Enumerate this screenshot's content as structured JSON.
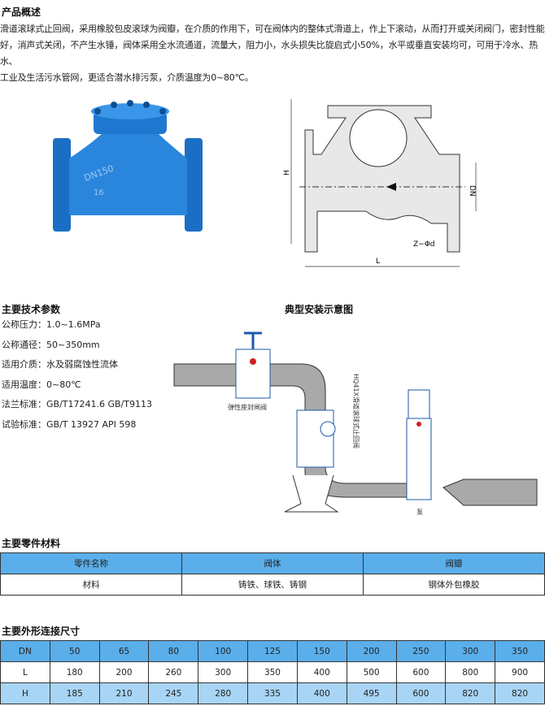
{
  "overview": {
    "title": "产品概述",
    "lines": [
      "滑道滚球式止回阀，采用橡胶包皮滚球为阀瓣，在介质的作用下，可在阀体内的整体式滑道上，作上下滚动，从而打开或关闭阀门，密封性能",
      "好，消声式关闭，不产生水锤，阀体采用全水流通道，流量大，阻力小，水头损失比旋启式小50%，水平或垂直安装均可，可用于冷水、热水、",
      "工业及生活污水管网，更适合潜水排污泵，介质温度为0~80℃。"
    ]
  },
  "photo": {
    "marking1": "DN150",
    "marking2": "16"
  },
  "drawing": {
    "h": "H",
    "dn": "DN",
    "l": "L",
    "bolt": "Z−Φd"
  },
  "specs": {
    "title": "主要技术参数",
    "items": [
      "公称压力：1.0~1.6MPa",
      "公称通径：50~350mm",
      "适用介质：水及弱腐蚀性流体",
      "适用温度：0~80℃",
      "法兰标准：GB/T17241.6  GB/T9113",
      "试验标准：GB/T 13927  API 598"
    ]
  },
  "install": {
    "title": "典型安装示意图",
    "gate_valve": "弹性座封闸阀",
    "check_valve": "HQ41X滑道滚球式止回阀",
    "pump": "泵"
  },
  "materials": {
    "title": "主要零件材料",
    "header": [
      "零件名称",
      "阀体",
      "阀瓣"
    ],
    "row": [
      "材料",
      "铸铁、球铁、铸钢",
      "钢体外包橡胶"
    ]
  },
  "dimensions": {
    "title": "主要外形连接尺寸",
    "rows": [
      [
        "DN",
        "50",
        "65",
        "80",
        "100",
        "125",
        "150",
        "200",
        "250",
        "300",
        "350"
      ],
      [
        "L",
        "180",
        "200",
        "260",
        "300",
        "350",
        "400",
        "500",
        "600",
        "800",
        "900"
      ],
      [
        "H",
        "185",
        "210",
        "245",
        "280",
        "335",
        "400",
        "495",
        "600",
        "820",
        "820"
      ]
    ]
  }
}
